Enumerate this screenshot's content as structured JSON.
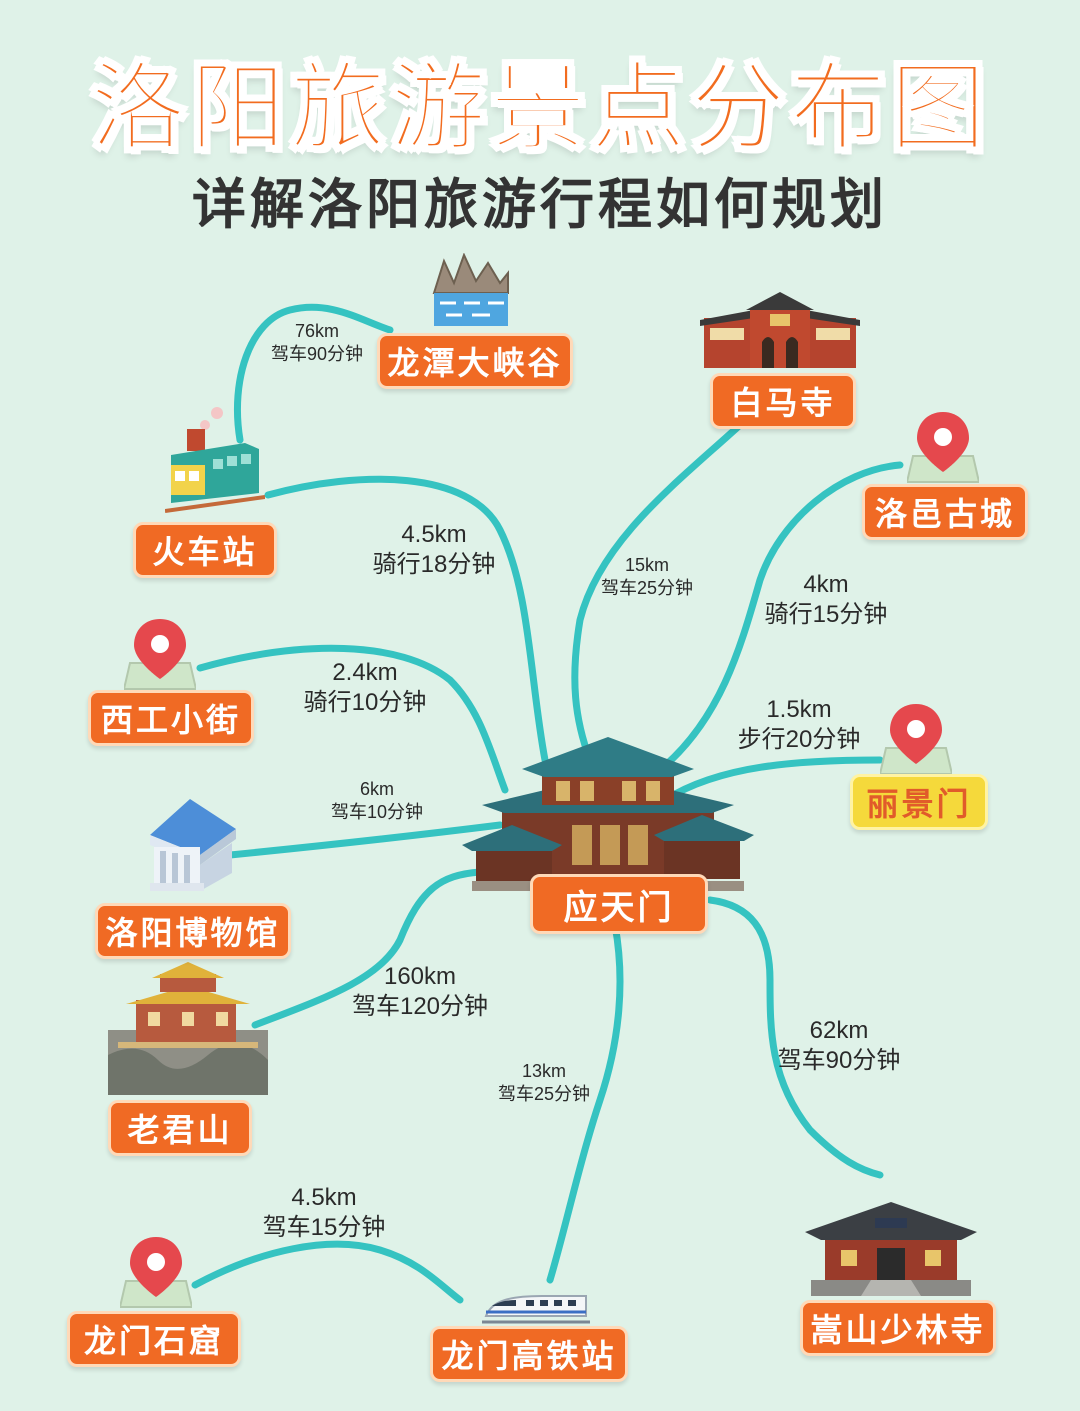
{
  "header": {
    "title": "洛阳旅游景点分布图",
    "subtitle": "详解洛阳旅游行程如何规划"
  },
  "colors": {
    "background": "#dff2e8",
    "route": "#35c3c1",
    "label": "#f06a24",
    "title": "#f26c1f",
    "highlight_label": "#f5d93b"
  },
  "center": {
    "name": "应天门",
    "icon": "palace-icon"
  },
  "places": [
    {
      "name": "龙潭大峡谷",
      "icon": "canyon-icon"
    },
    {
      "name": "白马寺",
      "icon": "temple-gate-icon"
    },
    {
      "name": "火车站",
      "icon": "train-icon"
    },
    {
      "name": "洛邑古城",
      "icon": "map-pin-icon"
    },
    {
      "name": "西工小街",
      "icon": "map-pin-icon"
    },
    {
      "name": "丽景门",
      "icon": "map-pin-icon"
    },
    {
      "name": "洛阳博物馆",
      "icon": "museum-icon"
    },
    {
      "name": "老君山",
      "icon": "mountain-pavilion-icon"
    },
    {
      "name": "龙门石窟",
      "icon": "map-pin-icon"
    },
    {
      "name": "龙门高铁站",
      "icon": "high-speed-train-icon"
    },
    {
      "name": "嵩山少林寺",
      "icon": "shaolin-temple-icon"
    }
  ],
  "routes": [
    {
      "from": "火车站",
      "to": "龙潭大峡谷",
      "distance": "76km",
      "time": "驾车90分钟"
    },
    {
      "from": "应天门",
      "to": "火车站",
      "distance": "4.5km",
      "time": "骑行18分钟"
    },
    {
      "from": "应天门",
      "to": "白马寺",
      "distance": "15km",
      "time": "驾车25分钟"
    },
    {
      "from": "应天门",
      "to": "洛邑古城",
      "distance": "4km",
      "time": "骑行15分钟"
    },
    {
      "from": "应天门",
      "to": "西工小街",
      "distance": "2.4km",
      "time": "骑行10分钟"
    },
    {
      "from": "应天门",
      "to": "丽景门",
      "distance": "1.5km",
      "time": "步行20分钟"
    },
    {
      "from": "应天门",
      "to": "洛阳博物馆",
      "distance": "6km",
      "time": "驾车10分钟"
    },
    {
      "from": "应天门",
      "to": "老君山",
      "distance": "160km",
      "time": "驾车120分钟"
    },
    {
      "from": "应天门",
      "to": "龙门高铁站",
      "distance": "13km",
      "time": "驾车25分钟"
    },
    {
      "from": "应天门",
      "to": "嵩山少林寺",
      "distance": "62km",
      "time": "驾车90分钟"
    },
    {
      "from": "龙门高铁站",
      "to": "龙门石窟",
      "distance": "4.5km",
      "time": "驾车15分钟"
    }
  ]
}
